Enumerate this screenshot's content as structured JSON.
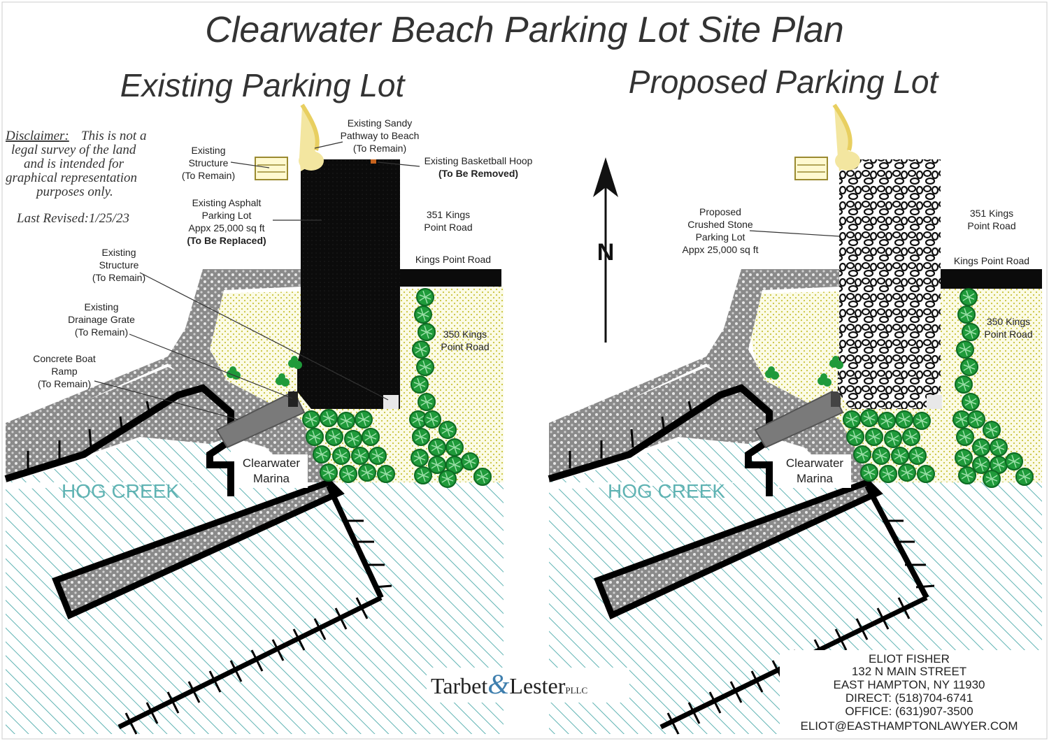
{
  "title": "Clearwater Beach Parking Lot Site Plan",
  "left_title": "Existing Parking Lot",
  "right_title": "Proposed Parking Lot",
  "disclaimer": {
    "lead": "Disclaimer:",
    "lines": [
      "This is not a",
      "legal survey of the land",
      "and is intended for",
      "graphical representation",
      "purposes only."
    ],
    "revised": "Last Revised:1/25/23"
  },
  "labels": {
    "sandy_path": [
      "Existing Sandy",
      "Pathway to Beach",
      "(To Remain)"
    ],
    "structure_top": [
      "Existing",
      "Structure",
      "(To Remain)"
    ],
    "hoop": [
      "Existing Basketball Hoop",
      "(To Be Removed)"
    ],
    "asphalt": [
      "Existing Asphalt",
      "Parking Lot",
      "Appx 25,000 sq ft",
      "(To Be Replaced)"
    ],
    "structure_mid": [
      "Existing",
      "Structure",
      "(To Remain)"
    ],
    "grate": [
      "Existing",
      "Drainage Grate",
      "(To Remain)"
    ],
    "ramp": [
      "Concrete Boat",
      "Ramp",
      "(To Remain)"
    ],
    "kings351": [
      "351 Kings",
      "Point Road"
    ],
    "kings_road": "Kings Point Road",
    "kings350": [
      "350 Kings",
      "Point Road"
    ],
    "proposed": [
      "Proposed",
      "Crushed Stone",
      "Parking Lot",
      "Appx 25,000 sq ft"
    ],
    "marina": [
      "Clearwater",
      "Marina"
    ],
    "creek": "HOG CREEK"
  },
  "north": "N",
  "logo": {
    "part1": "Tarbet",
    "amp": "&",
    "part2": "Lester",
    "suffix": "PLLC"
  },
  "contact": [
    "ELIOT FISHER",
    "132 N MAIN STREET",
    "EAST HAMPTON, NY 11930",
    "DIRECT: (518)704-6741",
    "OFFICE: (631)907-3500",
    "ELIOT@EASTHAMPTONLAWYER.COM"
  ],
  "colors": {
    "water": "#5fb3b3",
    "trees": "#1f9a3a",
    "sand": "#f3e6a0",
    "asphalt": "#0b0b0b",
    "dots": "#c9c23a"
  }
}
